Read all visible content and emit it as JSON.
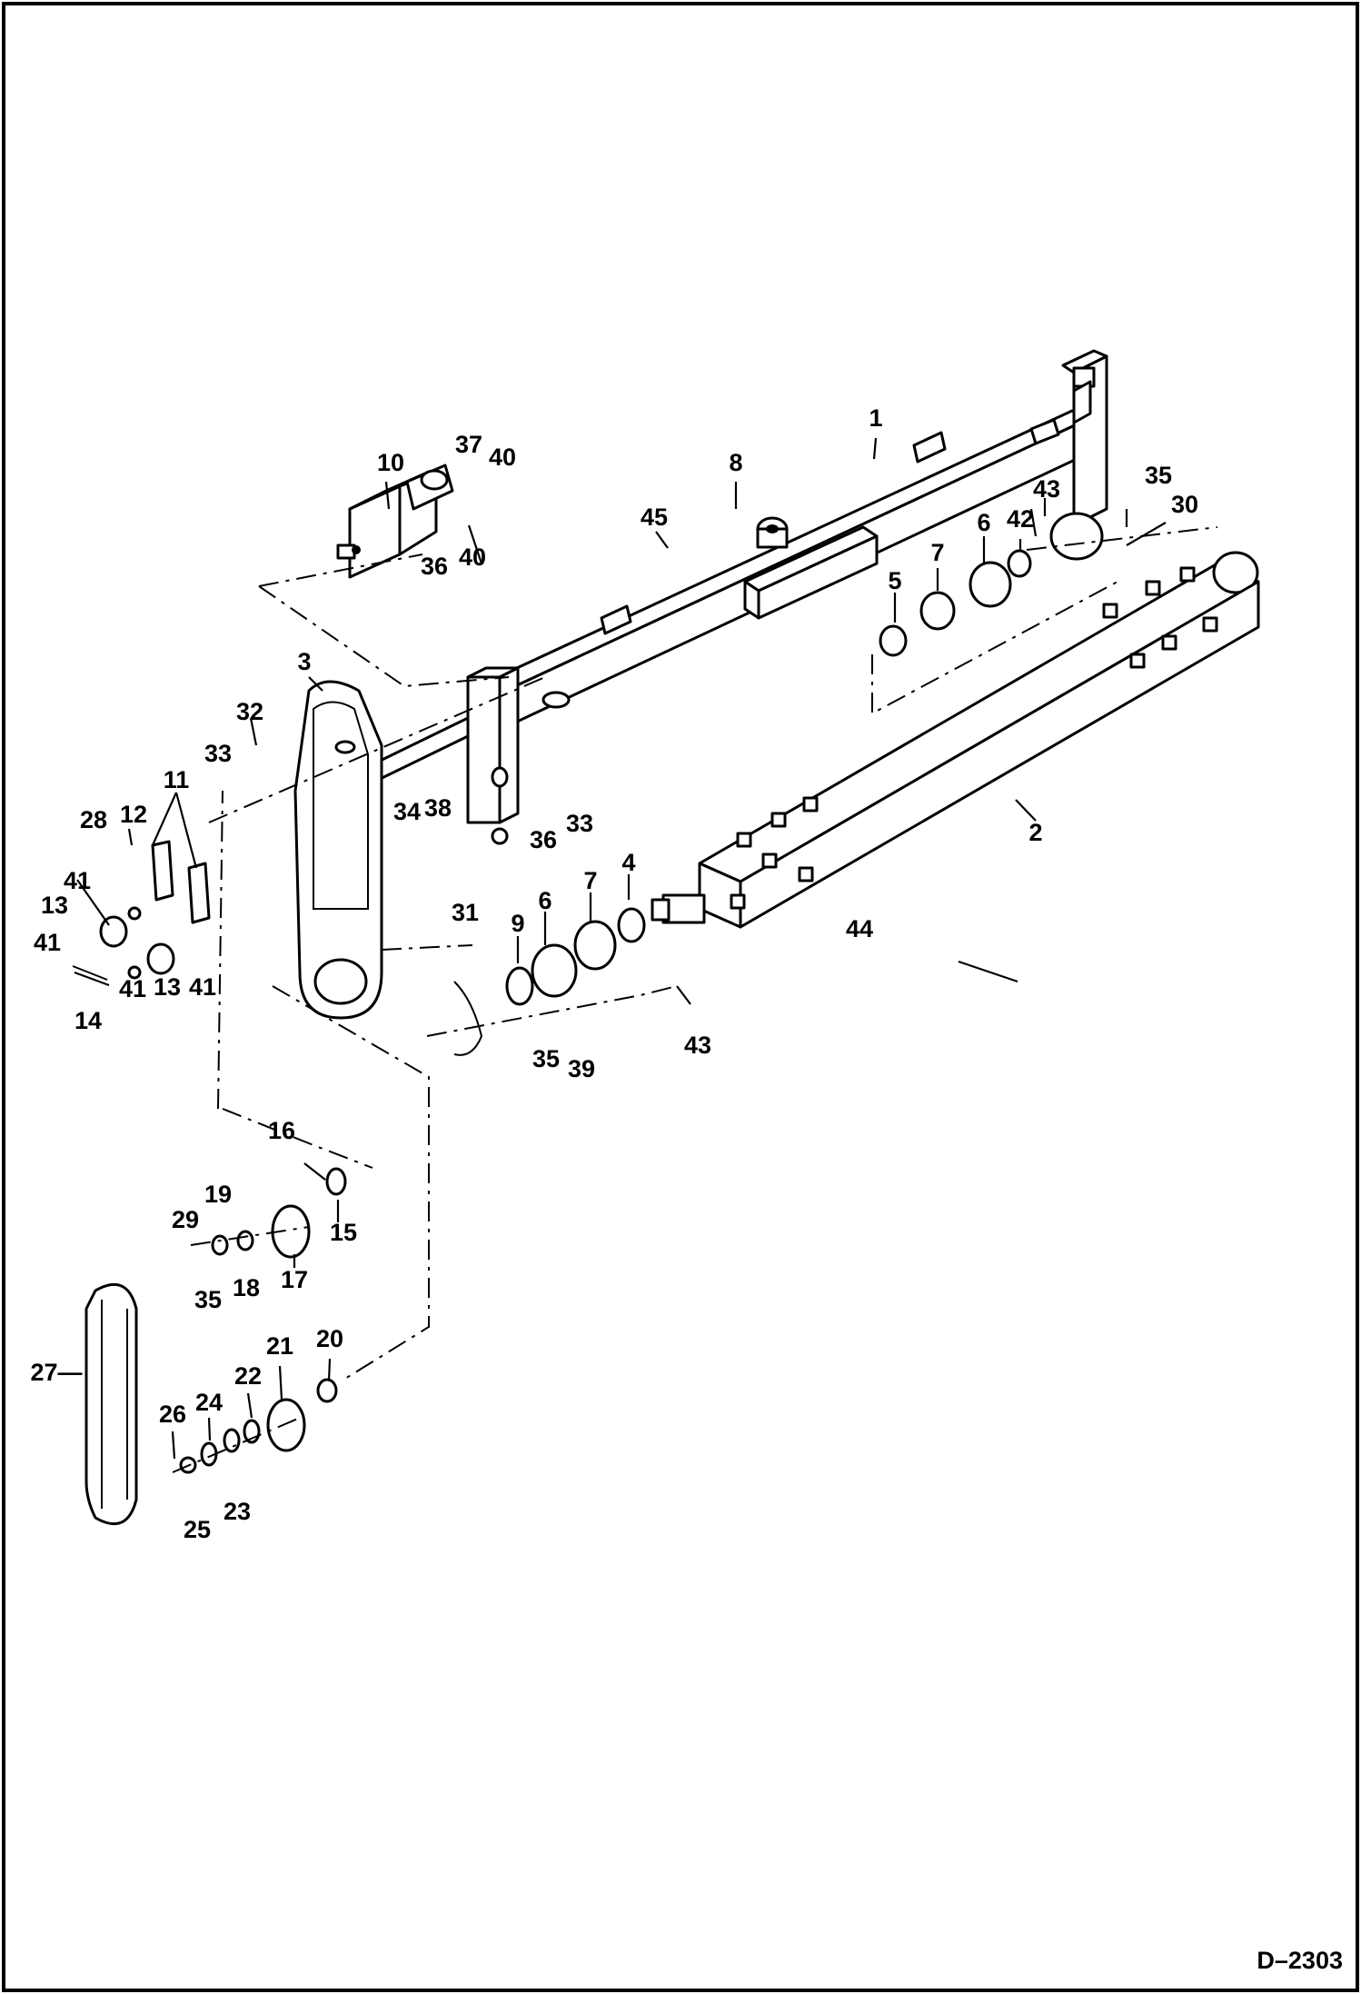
{
  "diagram": {
    "document_number": "D–2303",
    "callouts": [
      {
        "id": "c1",
        "label": "1"
      },
      {
        "id": "c2",
        "label": "2"
      },
      {
        "id": "c3",
        "label": "3"
      },
      {
        "id": "c4",
        "label": "4"
      },
      {
        "id": "c5",
        "label": "5"
      },
      {
        "id": "c6a",
        "label": "6"
      },
      {
        "id": "c6b",
        "label": "6"
      },
      {
        "id": "c7a",
        "label": "7"
      },
      {
        "id": "c7b",
        "label": "7"
      },
      {
        "id": "c8",
        "label": "8"
      },
      {
        "id": "c9",
        "label": "9"
      },
      {
        "id": "c10",
        "label": "10"
      },
      {
        "id": "c11",
        "label": "11"
      },
      {
        "id": "c12",
        "label": "12"
      },
      {
        "id": "c13a",
        "label": "13"
      },
      {
        "id": "c13b",
        "label": "13"
      },
      {
        "id": "c14",
        "label": "14"
      },
      {
        "id": "c15",
        "label": "15"
      },
      {
        "id": "c16",
        "label": "16"
      },
      {
        "id": "c17",
        "label": "17"
      },
      {
        "id": "c18",
        "label": "18"
      },
      {
        "id": "c19",
        "label": "19"
      },
      {
        "id": "c20",
        "label": "20"
      },
      {
        "id": "c21",
        "label": "21"
      },
      {
        "id": "c22",
        "label": "22"
      },
      {
        "id": "c23",
        "label": "23"
      },
      {
        "id": "c24",
        "label": "24"
      },
      {
        "id": "c25",
        "label": "25"
      },
      {
        "id": "c26",
        "label": "26"
      },
      {
        "id": "c27",
        "label": "27—"
      },
      {
        "id": "c28",
        "label": "28"
      },
      {
        "id": "c29",
        "label": "29"
      },
      {
        "id": "c30",
        "label": "30"
      },
      {
        "id": "c31",
        "label": "31"
      },
      {
        "id": "c32",
        "label": "32"
      },
      {
        "id": "c33a",
        "label": "33"
      },
      {
        "id": "c33b",
        "label": "33"
      },
      {
        "id": "c34",
        "label": "34"
      },
      {
        "id": "c35a",
        "label": "35"
      },
      {
        "id": "c35b",
        "label": "35"
      },
      {
        "id": "c35c",
        "label": "35"
      },
      {
        "id": "c36a",
        "label": "36"
      },
      {
        "id": "c36b",
        "label": "36"
      },
      {
        "id": "c37",
        "label": "37"
      },
      {
        "id": "c38",
        "label": "38"
      },
      {
        "id": "c39",
        "label": "39"
      },
      {
        "id": "c40a",
        "label": "40"
      },
      {
        "id": "c40b",
        "label": "40"
      },
      {
        "id": "c41a",
        "label": "41"
      },
      {
        "id": "c41b",
        "label": "41"
      },
      {
        "id": "c41c",
        "label": "41"
      },
      {
        "id": "c41d",
        "label": "41"
      },
      {
        "id": "c42",
        "label": "42"
      },
      {
        "id": "c43a",
        "label": "43"
      },
      {
        "id": "c43b",
        "label": "43"
      },
      {
        "id": "c44",
        "label": "44"
      },
      {
        "id": "c45",
        "label": "45"
      }
    ]
  }
}
